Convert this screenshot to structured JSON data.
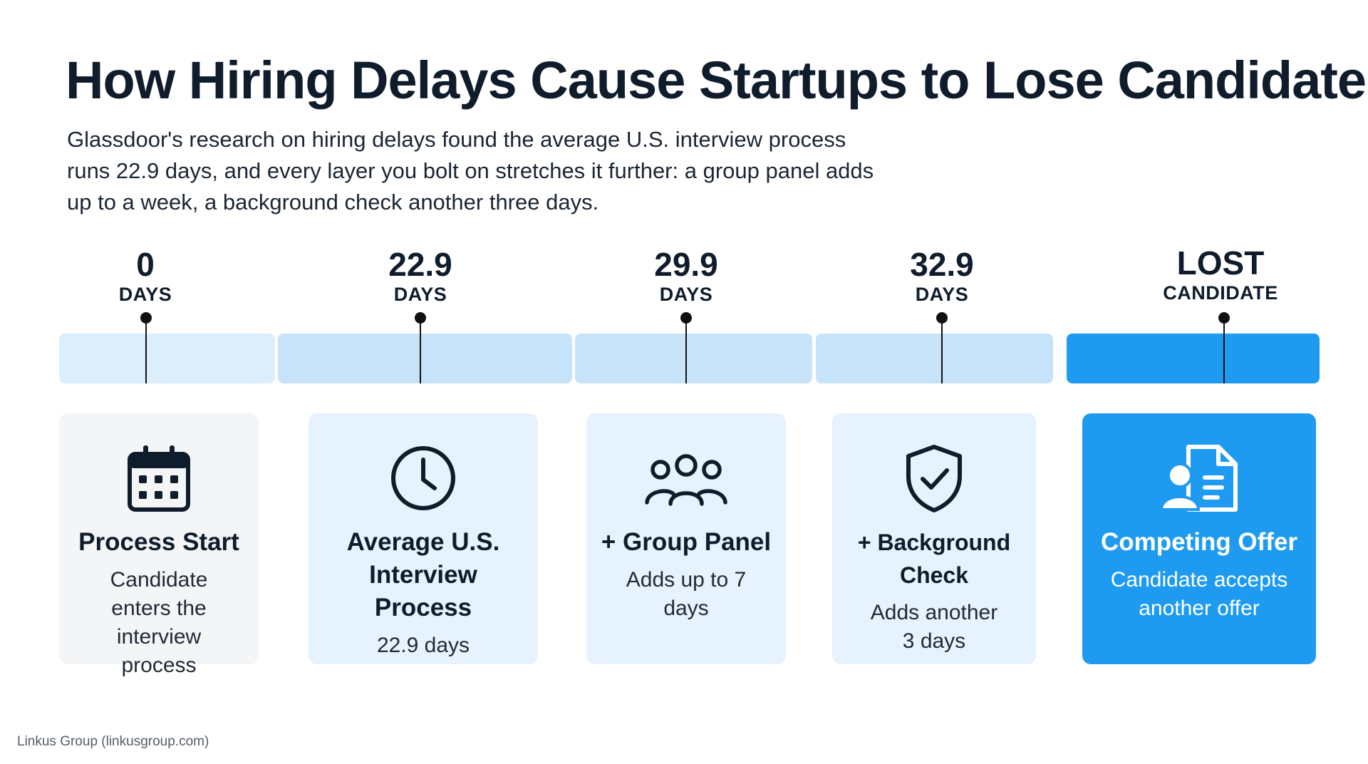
{
  "title": "How Hiring Delays Cause Startups to Lose Candidates",
  "subtitle": "Glassdoor's research on hiring delays found the average U.S. interview process runs 22.9 days, and every layer you bolt on stretches it further: a group panel adds up to a week, a background check another three days.",
  "milestones": [
    {
      "value": "0",
      "unit": "DAYS"
    },
    {
      "value": "22.9",
      "unit": "DAYS"
    },
    {
      "value": "29.9",
      "unit": "DAYS"
    },
    {
      "value": "32.9",
      "unit": "DAYS"
    },
    {
      "value": "LOST",
      "unit": "CANDIDATE"
    }
  ],
  "cards": [
    {
      "icon": "calendar-icon",
      "title": "Process Start",
      "desc": "Candidate enters the interview process"
    },
    {
      "icon": "clock-icon",
      "title": "Average U.S. Interview Process",
      "desc": "22.9 days"
    },
    {
      "icon": "group-icon",
      "title": "+ Group Panel",
      "desc": "Adds up to 7 days"
    },
    {
      "icon": "shield-check-icon",
      "title": "+ Background Check",
      "desc": "Adds another 3 days"
    },
    {
      "icon": "document-person-icon",
      "title": "Competing Offer",
      "desc": "Candidate accepts another offer"
    }
  ],
  "colors": {
    "accent": "#1e9bf0",
    "band_light": "#dcedfb",
    "band_mid": "#c6e3fa",
    "card_gray": "#f4f5f7",
    "card_blue": "#e6f2fd"
  },
  "source": "Linkus Group (linkusgroup.com)"
}
